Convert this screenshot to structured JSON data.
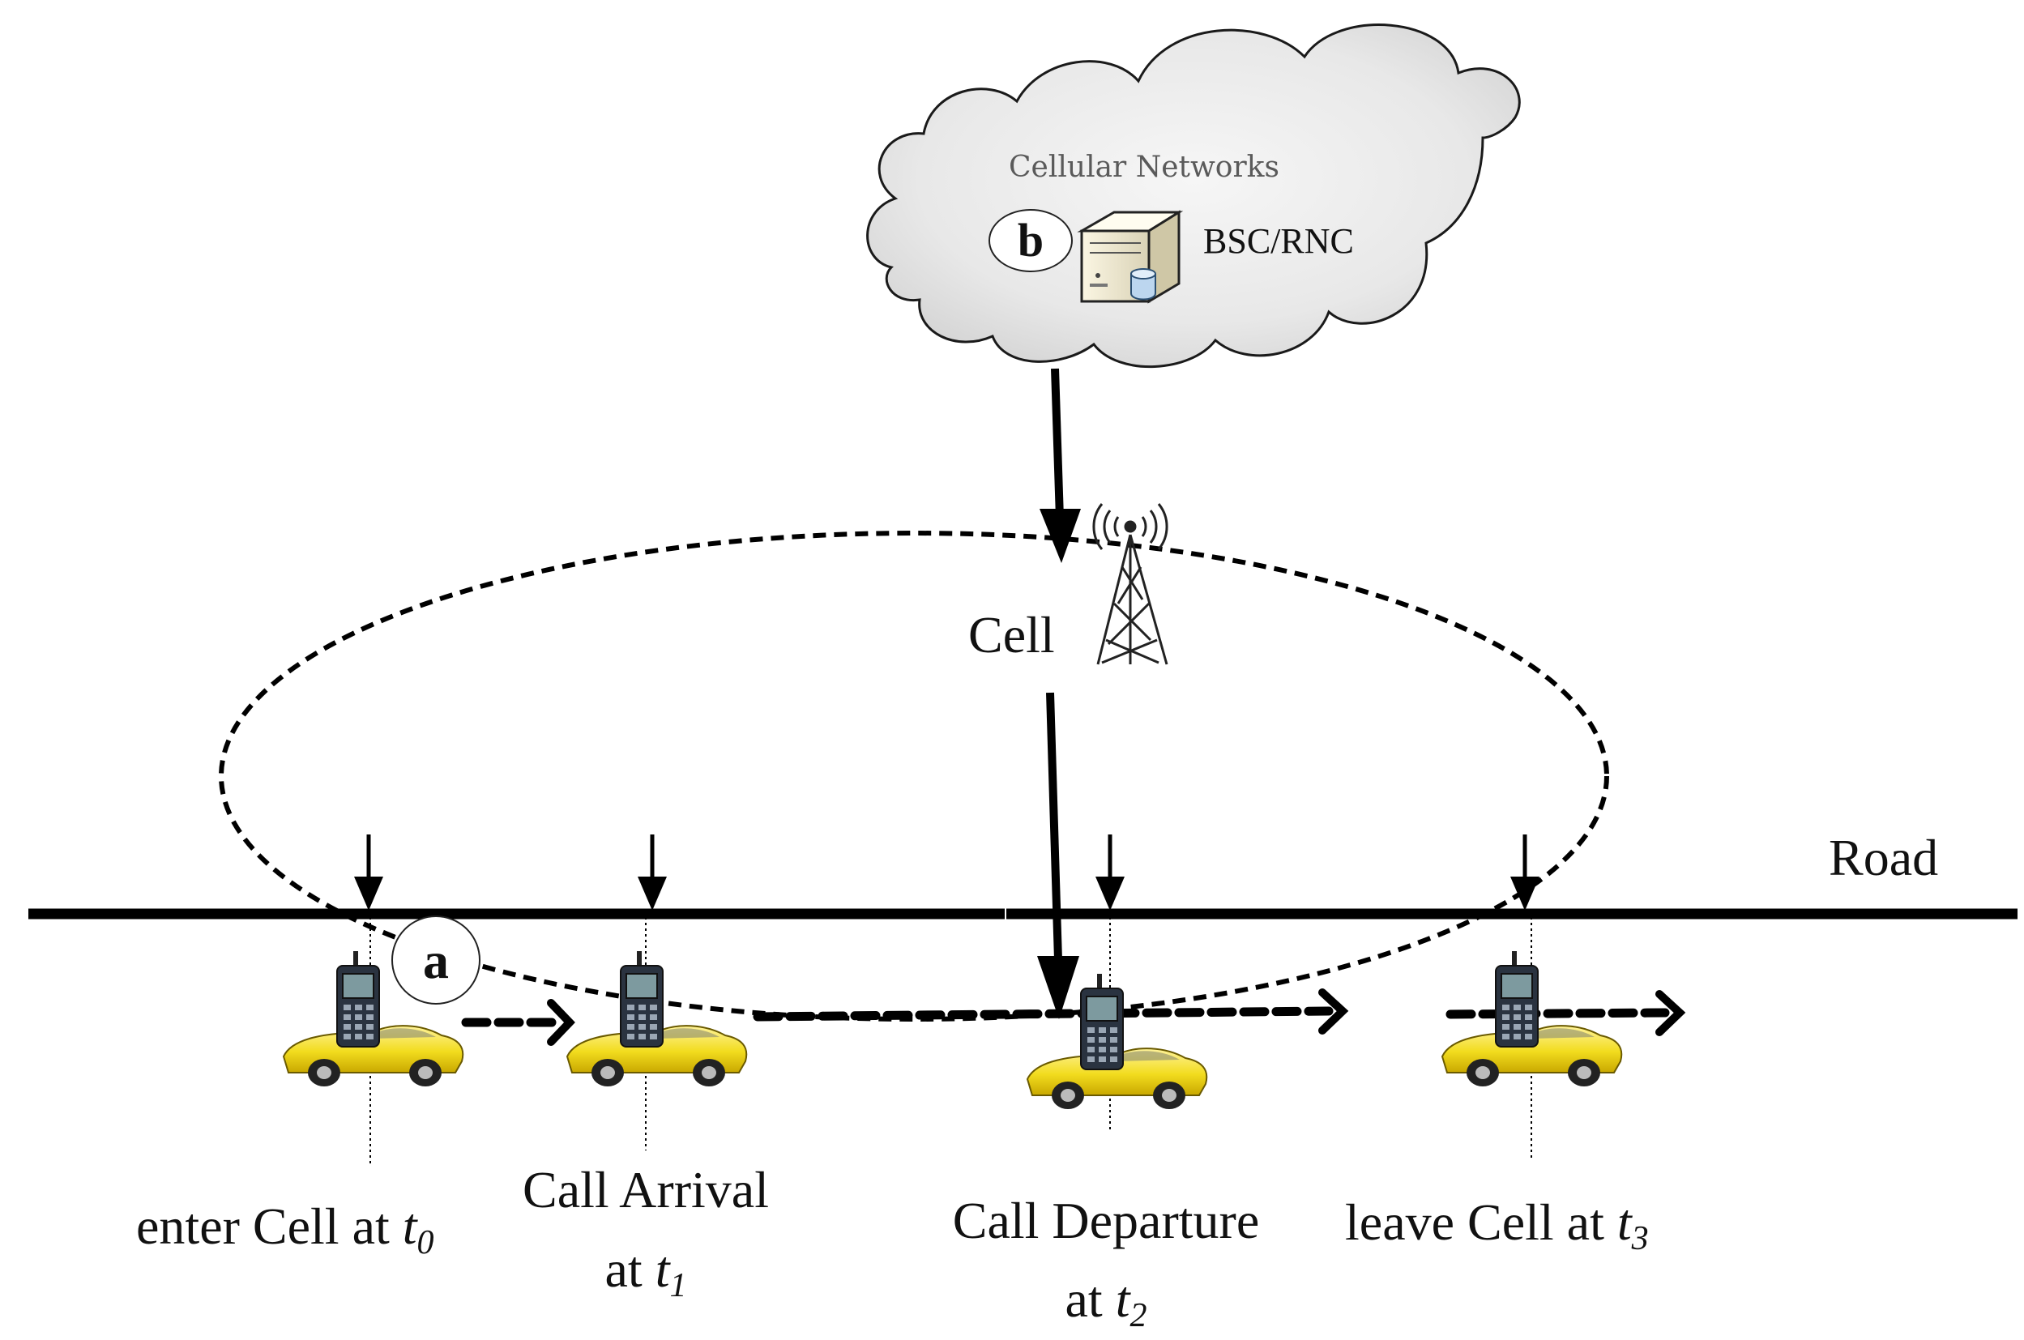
{
  "cloud": {
    "title": "Cellular Networks",
    "controller_label": "BSC/RNC",
    "marker": "b"
  },
  "cell": {
    "label": "Cell"
  },
  "road": {
    "label": "Road"
  },
  "mobile": {
    "marker": "a"
  },
  "events": [
    {
      "text": "enter Cell at ",
      "time_var": "t",
      "time_sub": "0"
    },
    {
      "line1": "Call Arrival",
      "line2_prefix": "at ",
      "time_var": "t",
      "time_sub": "1"
    },
    {
      "line1": "Call Departure",
      "line2_prefix": "at ",
      "time_var": "t",
      "time_sub": "2"
    },
    {
      "text": "leave Cell at ",
      "time_var": "t",
      "time_sub": "3"
    }
  ],
  "colors": {
    "car_body": "#f2dc1e",
    "line": "#000000",
    "cloud_fill": "#eeeeee"
  }
}
